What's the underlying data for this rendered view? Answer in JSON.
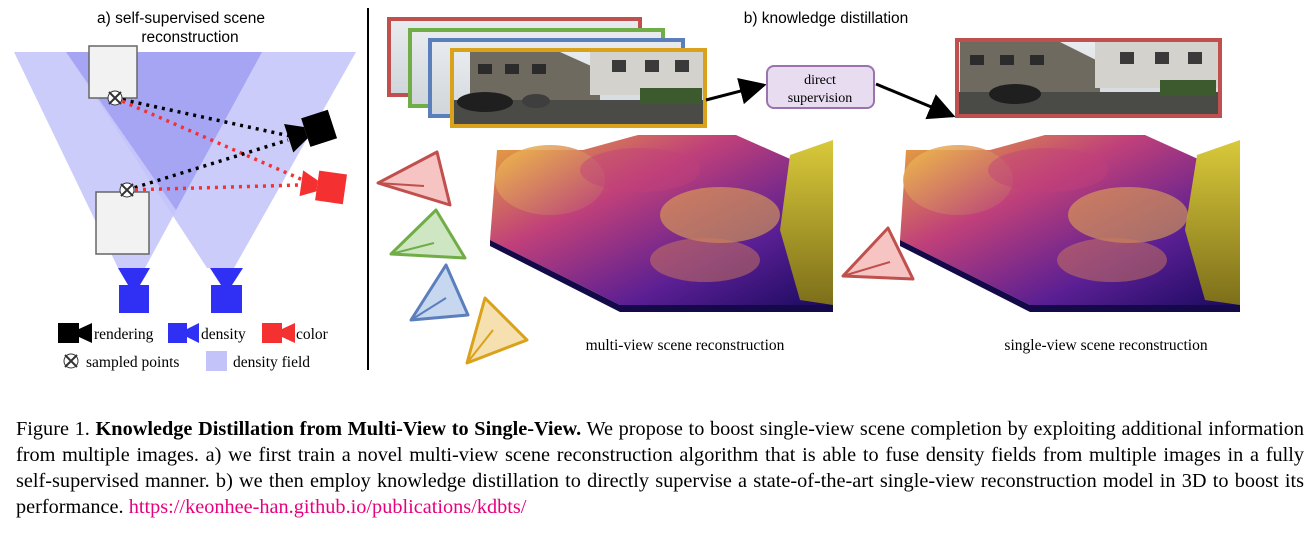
{
  "figure": {
    "panel_a": {
      "title_line1": "a) self-supervised scene",
      "title_line2": "reconstruction",
      "legend": {
        "rendering": "rendering",
        "density": "density",
        "color": "color",
        "sampled_points": "sampled points",
        "density_field": "density field"
      }
    },
    "panel_b": {
      "title": "b) knowledge distillation",
      "supervision_line1": "direct",
      "supervision_line2": "supervision",
      "label_multi": "multi-view scene reconstruction",
      "label_single": "single-view scene reconstruction"
    },
    "colors": {
      "density_field": "#c3c3fa",
      "density_camera": "#3030f5",
      "color_camera": "#f53030",
      "rendering_camera": "#000000",
      "frame_red": "#c0504d",
      "frame_green": "#70ad47",
      "frame_blue": "#5b7fbd",
      "frame_orange": "#d9a21a",
      "supervision_box": "#e8dcf0",
      "supervision_border": "#9a73b0"
    }
  },
  "caption": {
    "prefix": "Figure 1.",
    "title": "Knowledge Distillation from Multi-View to Single-View.",
    "body": "We propose to boost single-view scene completion by exploiting additional information from multiple images. a) we first train a novel multi-view scene reconstruction algorithm that is able to fuse density fields from multiple images in a fully self-supervised manner. b) we then employ knowledge distillation to directly supervise a state-of-the-art single-view reconstruction model in 3D to boost its performance.",
    "link": "https://keonhee-han.github.io/publications/kdbts/"
  }
}
